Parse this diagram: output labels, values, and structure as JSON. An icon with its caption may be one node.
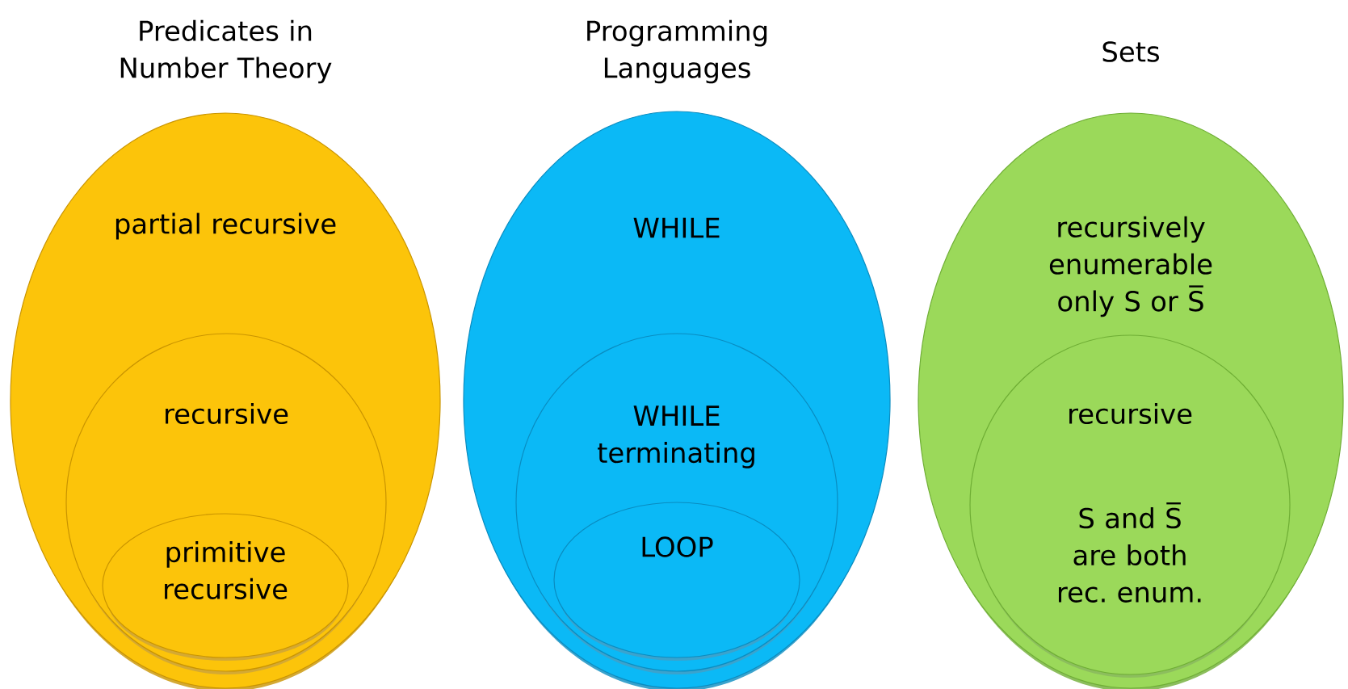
{
  "diagram": {
    "nodes": [
      {
        "text": [
          "Predicates in Number Theory",
          "partial recursive"
        ]
      },
      {
        "text": [
          "recursive"
        ],
        "in": 0
      },
      {
        "text": [
          "primitive recursive"
        ],
        "in": 1
      },
      {
        "text": [
          "Programming Languages",
          "WHILE"
        ]
      },
      {
        "text": [
          "WHILE terminating"
        ],
        "in": 3
      },
      {
        "text": [
          "LOOP"
        ],
        "in": 4
      },
      {
        "text": [
          "Sets",
          "recursively enumerable only S or S̅"
        ]
      },
      {
        "text": [
          "recursive",
          "S and S̅ are both rec. enum."
        ],
        "in": 6
      }
    ]
  }
}
